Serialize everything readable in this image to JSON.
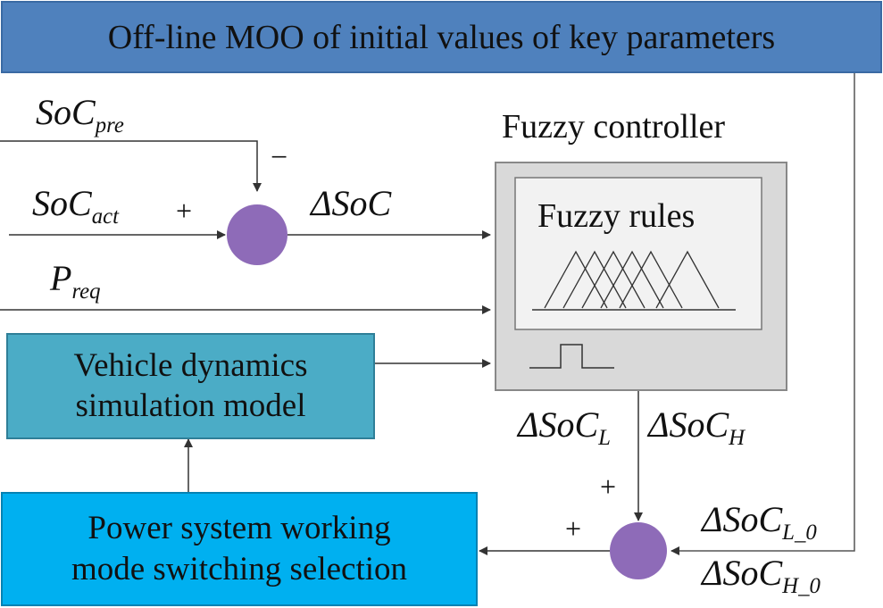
{
  "colors": {
    "top_box": "#4f81bd",
    "vehicle_box": "#4bacc6",
    "power_box": "#00b0f0",
    "summing_node": "#8e6bb8",
    "controller_outer": "#d9d9d9",
    "controller_inner": "#f2f2f2",
    "line": "#333333"
  },
  "top_box": {
    "label": "Off-line MOO of initial values of key parameters"
  },
  "inputs": {
    "soc_pre": {
      "main": "SoC",
      "sub": "pre"
    },
    "soc_act": {
      "main": "SoC",
      "sub": "act"
    },
    "p_req": {
      "main": "P",
      "sub": "req"
    }
  },
  "signs": {
    "minus_top": "−",
    "plus_left": "+",
    "plus_lower_top": "+",
    "plus_lower_left": "+"
  },
  "delta_soc": {
    "label": "ΔSoC"
  },
  "fuzzy_controller": {
    "title": "Fuzzy controller",
    "rules_label": "Fuzzy rules"
  },
  "vehicle_box": {
    "line1": "Vehicle dynamics",
    "line2": "simulation model"
  },
  "power_box": {
    "line1": "Power system working",
    "line2": "mode switching selection"
  },
  "outputs": {
    "dsoc_l": {
      "main": "ΔSoC",
      "sub": "L"
    },
    "dsoc_h": {
      "main": "ΔSoC",
      "sub": "H"
    },
    "dsoc_l0": {
      "main": "ΔSoC",
      "sub": "L_0"
    },
    "dsoc_h0": {
      "main": "ΔSoC",
      "sub": "H_0"
    }
  }
}
